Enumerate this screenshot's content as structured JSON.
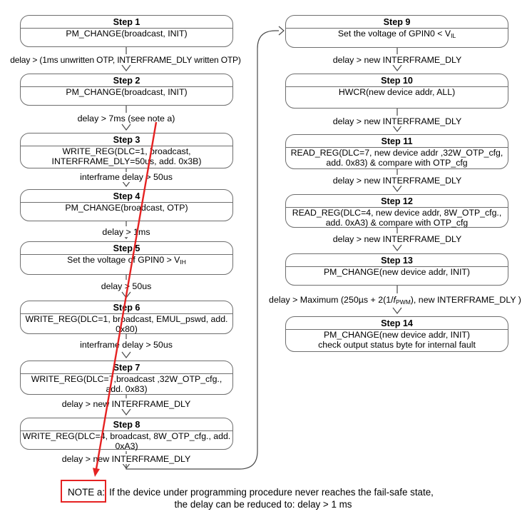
{
  "diagram": {
    "colors": {
      "box_border": "#6e6e6e",
      "connector": "#4a4a4a",
      "red_accent": "#e52222"
    },
    "left_steps": [
      {
        "title": "Step 1",
        "lines": [
          {
            "text": "PM_CHANGE(broadcast, INIT)"
          }
        ],
        "delay": "delay > (1ms unwritten OTP, INTERFRAME_DLY written OTP)"
      },
      {
        "title": "Step 2",
        "lines": [
          {
            "text": "PM_CHANGE(broadcast, INIT)"
          }
        ],
        "delay": "delay > 7ms (see note a)"
      },
      {
        "title": "Step 3",
        "lines": [
          {
            "text": "WRITE_REG(DLC=1, broadcast,"
          },
          {
            "text": "INTERFRAME_DLY=50us, add. 0x3B)"
          }
        ],
        "delay": "interframe delay > 50us"
      },
      {
        "title": "Step 4",
        "lines": [
          {
            "text": "PM_CHANGE(broadcast, OTP)"
          }
        ],
        "delay": "delay > 1ms"
      },
      {
        "title": "Step 5",
        "lines": [
          {
            "pre": "Set the voltage of GPIN0 > V",
            "sub": "IH"
          }
        ],
        "delay": "delay > 50us"
      },
      {
        "title": "Step 6",
        "lines": [
          {
            "text": "WRITE_REG(DLC=1, broadcast, EMUL_pswd, add."
          },
          {
            "text": "0x80)"
          }
        ],
        "delay": "interframe delay > 50us"
      },
      {
        "title": "Step 7",
        "lines": [
          {
            "text": "WRITE_REG(DLC=7,broadcast ,32W_OTP_cfg.,"
          },
          {
            "text": "add. 0x83)"
          }
        ],
        "delay": "delay > new INTERFRAME_DLY"
      },
      {
        "title": "Step 8",
        "lines": [
          {
            "text": "WRITE_REG(DLC=4, broadcast, 8W_OTP_cfg., add."
          },
          {
            "text": "0xA3)"
          }
        ],
        "delay": "delay > new INTERFRAME_DLY"
      }
    ],
    "right_steps": [
      {
        "title": "Step 9",
        "lines": [
          {
            "pre": "Set the voltage of GPIN0 < V",
            "sub": "IL"
          }
        ],
        "delay": "delay > new INTERFRAME_DLY"
      },
      {
        "title": "Step 10",
        "lines": [
          {
            "text": "HWCR(new device addr, ALL)"
          }
        ],
        "delay": "delay > new INTERFRAME_DLY"
      },
      {
        "title": "Step 11",
        "lines": [
          {
            "text": "READ_REG(DLC=7, new device addr ,32W_OTP_cfg,"
          },
          {
            "text": "add. 0x83) & compare with OTP_cfg"
          }
        ],
        "delay": "delay > new INTERFRAME_DLY"
      },
      {
        "title": "Step 12",
        "lines": [
          {
            "text": "READ_REG(DLC=4, new device addr, 8W_OTP_cfg.,"
          },
          {
            "text": "add. 0xA3) & compare with OTP_cfg"
          }
        ],
        "delay": "delay > new INTERFRAME_DLY"
      },
      {
        "title": "Step 13",
        "lines": [
          {
            "text": "PM_CHANGE(new device addr, INIT)"
          }
        ],
        "delay_parts": {
          "pre": "delay > Maximum (250µs + 2(1/",
          "f": "f",
          "sub": "PWM",
          "post": "), new INTERFRAME_DLY )"
        }
      },
      {
        "title": "Step 14",
        "lines": [
          {
            "text": "PM_CHANGE(new device addr, INIT)"
          },
          {
            "text": "check output status byte for internal fault"
          }
        ]
      }
    ],
    "note": {
      "label": "NOTE a:",
      "line1": "If the device under programming procedure never reaches the fail-safe state,",
      "line2": "the delay can be reduced to: delay > 1 ms"
    }
  }
}
